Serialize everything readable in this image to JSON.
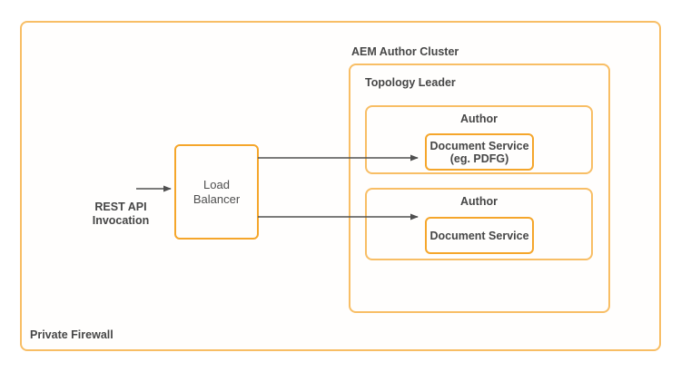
{
  "diagram": {
    "firewall": {
      "label": "Private Firewall"
    },
    "rest_api": {
      "line1": "REST API",
      "line2": "Invocation"
    },
    "load_balancer": {
      "line1": "Load",
      "line2": "Balancer"
    },
    "cluster": {
      "label": "AEM Author Cluster"
    },
    "topology": {
      "label": "Topology Leader"
    },
    "author1": {
      "label": "Author",
      "service_line1": "Document Service",
      "service_line2": "(eg. PDFG)"
    },
    "author2": {
      "label": "Author",
      "service_line1": "Document Service"
    },
    "colors": {
      "outer_box_border": "#F8BE65",
      "inner_box_border": "#F5A62B",
      "arrow": "#505050",
      "text": "#464646"
    }
  }
}
